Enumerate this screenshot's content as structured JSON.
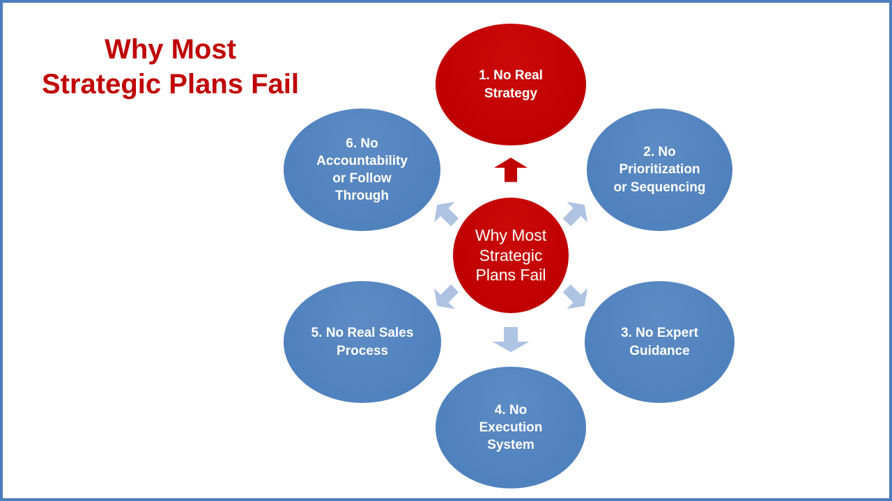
{
  "title": {
    "text": "Why Most\nStrategic Plans Fail"
  },
  "center": {
    "label": "Why Most\nStrategic\nPlans Fail"
  },
  "nodes": [
    {
      "label": "1. No Real\nStrategy"
    },
    {
      "label": "2. No\nPrioritization\nor Sequencing"
    },
    {
      "label": "3. No Expert\nGuidance"
    },
    {
      "label": "4. No\nExecution\nSystem"
    },
    {
      "label": "5. No Real Sales\nProcess"
    },
    {
      "label": "6. No\nAccountability\nor Follow\nThrough"
    }
  ],
  "colors": {
    "accent_red": "#c00000",
    "node_blue": "#4f81bd",
    "arrow_blue": "#aec2e1",
    "border_blue": "#4a7ebb",
    "text_white": "#ffffff"
  }
}
